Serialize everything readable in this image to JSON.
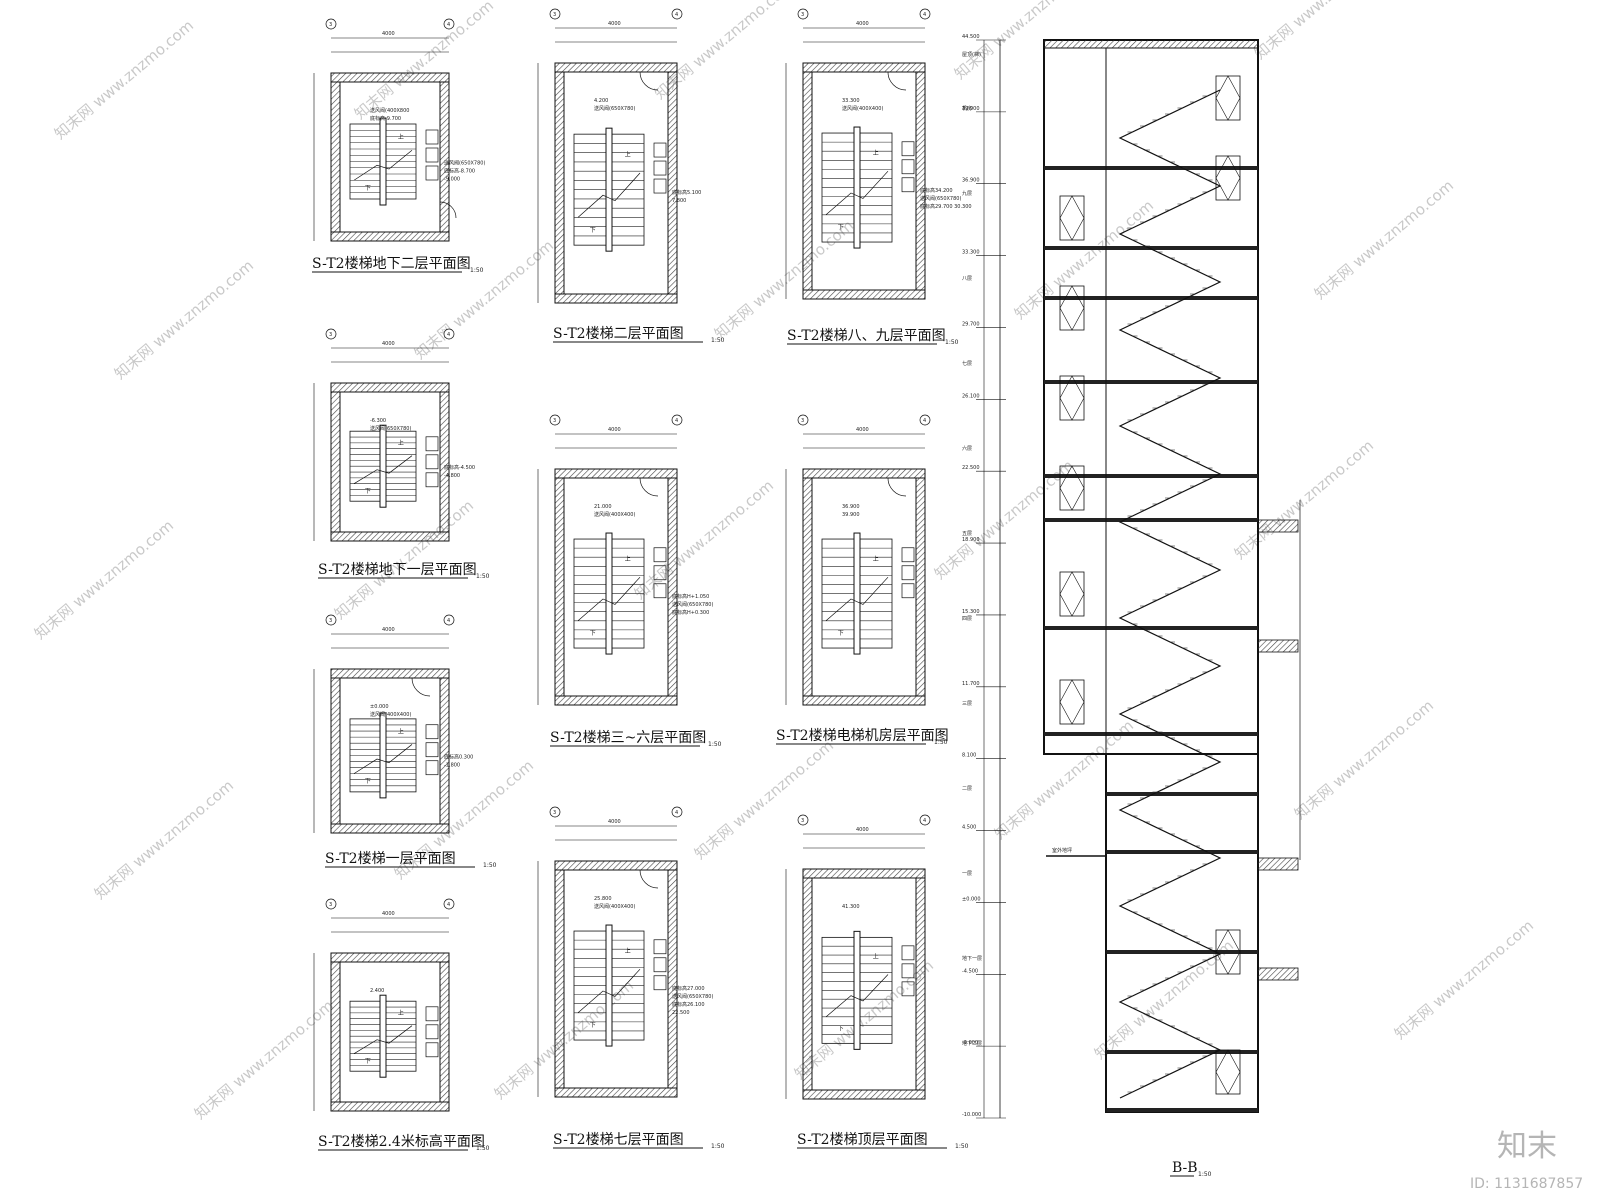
{
  "plans": [
    {
      "title": "S-T2楼梯地下二层平面图",
      "scale": "1:50"
    },
    {
      "title": "S-T2楼梯二层平面图",
      "scale": "1:50"
    },
    {
      "title": "S-T2楼梯八、九层平面图",
      "scale": "1:50"
    },
    {
      "title": "S-T2楼梯地下一层平面图",
      "scale": "1:50"
    },
    {
      "title": "S-T2楼梯三~六层平面图",
      "scale": "1:50"
    },
    {
      "title": "S-T2楼梯电梯机房层平面图",
      "scale": "1:50"
    },
    {
      "title": "S-T2楼梯一层平面图",
      "scale": "1:50"
    },
    {
      "title": "S-T2楼梯2.4米标高平面图",
      "scale": "1:50"
    },
    {
      "title": "S-T2楼梯七层平面图",
      "scale": "1:50"
    },
    {
      "title": "S-T2楼梯顶层平面图",
      "scale": "1:50"
    }
  ],
  "plan_notes": {
    "b2": [
      "送风阀(400X800",
      "底标高-9.700",
      "送风阀(650X780)",
      "底标高-8.700",
      "-9.000"
    ],
    "f2": [
      "4.200",
      "送风阀(650X780)",
      "底标高5.100",
      "7.800"
    ],
    "f89": [
      "33.300",
      "送风阀(400X400)",
      "底标高34.200",
      "送风阀(650X780)",
      "底标高29.700  30.300"
    ],
    "b1": [
      "-6.300",
      "送风阀(650X780)",
      "底标高-4.500",
      "-4.800"
    ],
    "f36": [
      "21.000",
      "送风阀(400X400)",
      "底标高H+1.050",
      "送风阀(650X780)",
      "底标高H+0.300"
    ],
    "fmr": [
      "36.900",
      "39.900"
    ],
    "f1": [
      "±0.000",
      "送风阀(400X400)",
      "底标高0.300",
      "-1.800"
    ],
    "f24": [
      "2.400"
    ],
    "f7": [
      "25.800",
      "送风阀(400X400)",
      "底标高27.000",
      "送风阀(650X780)",
      "底标高26.100",
      "22.500"
    ],
    "froof": [
      "41.300"
    ]
  },
  "stair_labels": {
    "up": "上",
    "down": "下"
  },
  "axes": {
    "left": "3",
    "right": "4"
  },
  "dims": {
    "width": "4000"
  },
  "section": {
    "title": "B-B",
    "scale": "1:50",
    "roof_label": "屋顶(梯)",
    "ground_label": "室外地坪",
    "floor_labels": [
      "机房",
      "九层",
      "八层",
      "七层",
      "六层",
      "五层",
      "四层",
      "三层",
      "二层",
      "一层",
      "地下一层",
      "地下二层"
    ],
    "levels": [
      "44.500",
      "39.900",
      "36.900",
      "33.300",
      "29.700",
      "26.100",
      "22.500",
      "18.900",
      "15.300",
      "11.700",
      "8.100",
      "4.500",
      "±0.000",
      "-4.500",
      "-9.000",
      "-10.000"
    ]
  },
  "watermark": {
    "text": "知末网 www.znzmo.com"
  },
  "brand": {
    "logo": "知末",
    "id": "ID: 1131687857"
  },
  "colors": {
    "line": "#111111",
    "hatch": "#444444",
    "watermark": "#c9c9c9"
  }
}
